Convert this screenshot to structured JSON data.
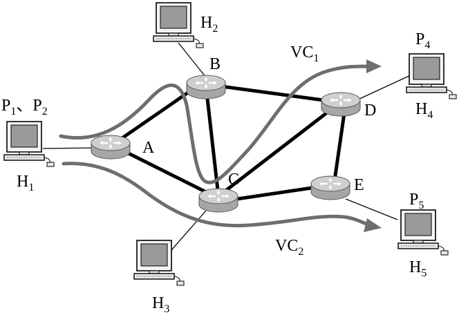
{
  "routers": {
    "A": "A",
    "B": "B",
    "C": "C",
    "D": "D",
    "E": "E"
  },
  "hosts": {
    "H1": {
      "letter": "H",
      "sub": "1"
    },
    "H2": {
      "letter": "H",
      "sub": "2"
    },
    "H3": {
      "letter": "H",
      "sub": "3"
    },
    "H4": {
      "letter": "H",
      "sub": "4"
    },
    "H5": {
      "letter": "H",
      "sub": "5"
    }
  },
  "processes": {
    "P1": {
      "letter": "P",
      "sub": "1"
    },
    "separator": "、",
    "P2": {
      "letter": "P",
      "sub": "2"
    },
    "P4": {
      "letter": "P",
      "sub": "4"
    },
    "P5": {
      "letter": "P",
      "sub": "5"
    }
  },
  "virtual_circuits": {
    "VC1": {
      "letter": "VC",
      "sub": "1"
    },
    "VC2": {
      "letter": "VC",
      "sub": "2"
    }
  },
  "colors": {
    "circuit": "#6e6e6e",
    "router_body": "#a6a6a6",
    "router_top": "#cfcfcf",
    "screen": "#9a9a9a",
    "link": "#000000"
  }
}
